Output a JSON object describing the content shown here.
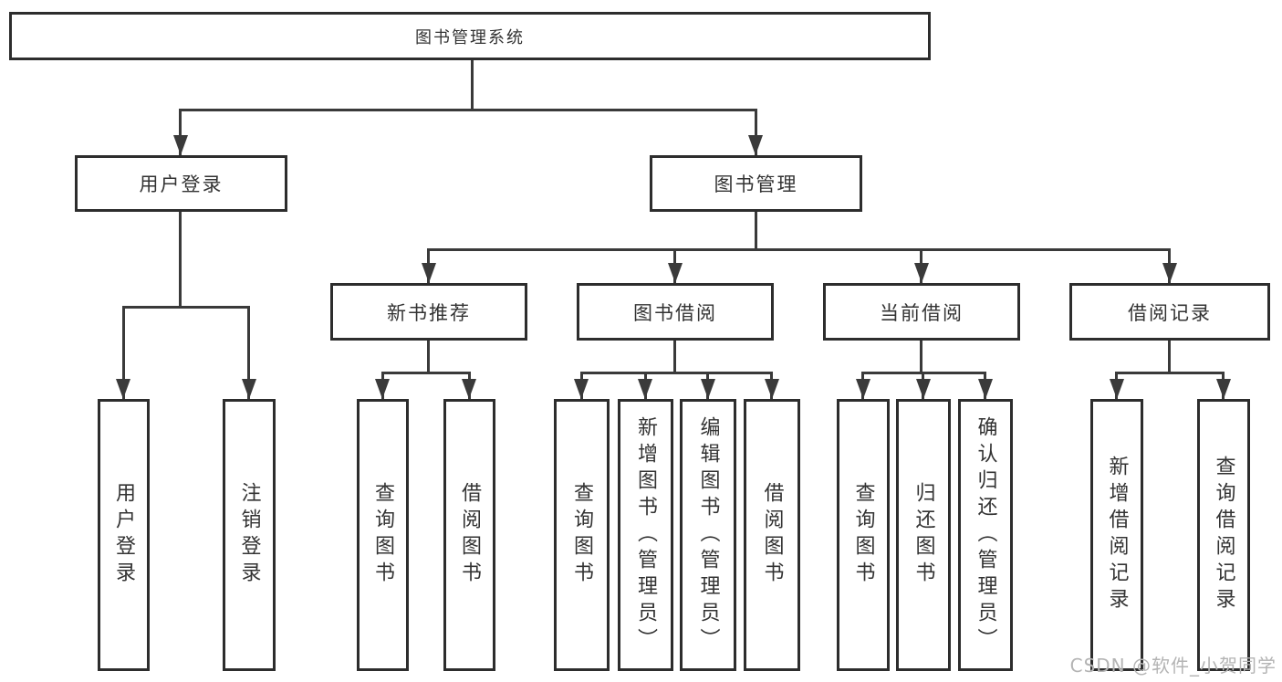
{
  "root": {
    "label": "图书管理系统"
  },
  "branches": [
    {
      "label": "用户登录",
      "children": [
        {
          "label": "用户登录"
        },
        {
          "label": "注销登录"
        }
      ]
    },
    {
      "label": "图书管理",
      "children": [
        {
          "label": "新书推荐",
          "children": [
            {
              "label": "查询图书"
            },
            {
              "label": "借阅图书"
            }
          ]
        },
        {
          "label": "图书借阅",
          "children": [
            {
              "label": "查询图书"
            },
            {
              "label": "新增图书（管理员）"
            },
            {
              "label": "编辑图书（管理员）"
            },
            {
              "label": "借阅图书"
            }
          ]
        },
        {
          "label": "当前借阅",
          "children": [
            {
              "label": "查询图书"
            },
            {
              "label": "归还图书"
            },
            {
              "label": "确认归还（管理员）"
            }
          ]
        },
        {
          "label": "借阅记录",
          "children": [
            {
              "label": "新增借阅记录"
            },
            {
              "label": "查询借阅记录"
            }
          ]
        }
      ]
    }
  ],
  "watermark": "CSDN @软件_小贺同学",
  "colors": {
    "background": "#ffffff",
    "box_border": "#2d2d2d",
    "connector_line": "#3a3a3a",
    "text": "#333333",
    "watermark_text": "#b4b4b4"
  }
}
